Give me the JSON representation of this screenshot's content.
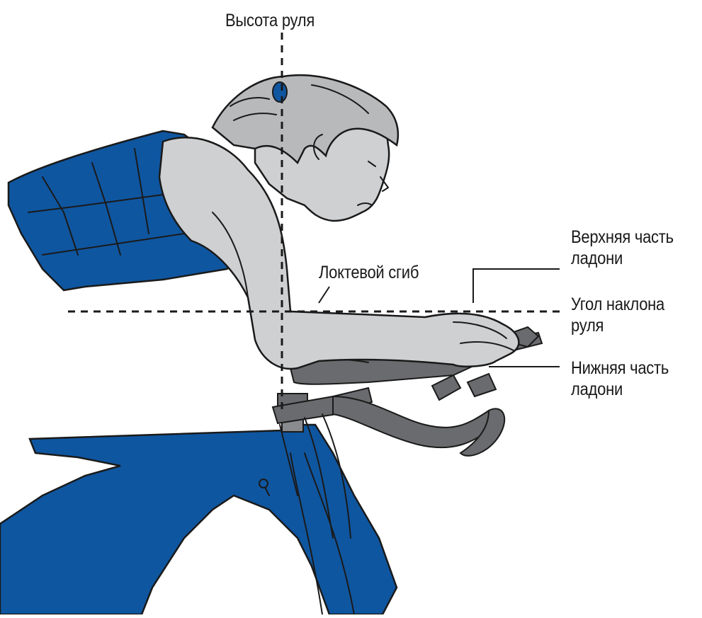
{
  "labels": {
    "handlebar_height": "Высота руля",
    "elbow_bend": "Локтевой сгиб",
    "upper_palm": [
      "Верхняя часть",
      "ладони"
    ],
    "handlebar_angle": [
      "Угол наклона",
      "руля"
    ],
    "lower_palm": [
      "Нижняя часть",
      "ладони"
    ]
  },
  "colors": {
    "jersey": "#0f56a0",
    "frame": "#0f56a0",
    "skin": "#cfd0d2",
    "hair": "#b8b9bb",
    "bar": "#6a6b6e",
    "ink": "#1a1a1a"
  }
}
